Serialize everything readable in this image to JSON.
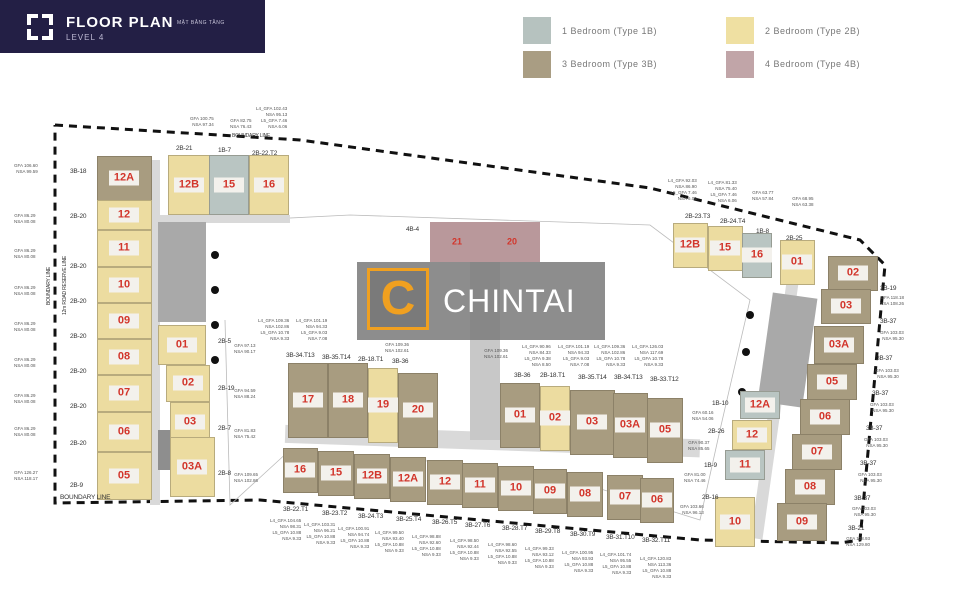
{
  "header": {
    "title": "FLOOR PLAN",
    "subtitle": "MẶT BẰNG TẦNG",
    "level": "LEVEL 4"
  },
  "legend": [
    {
      "label": "1 Bedroom (Type 1B)",
      "color": "#b6c2bf"
    },
    {
      "label": "2 Bedroom (Type 2B)",
      "color": "#efe0a2"
    },
    {
      "label": "3 Bedroom (Type 3B)",
      "color": "#a99d83"
    },
    {
      "label": "4 Bedroom (Type 4B)",
      "color": "#c1a5a8"
    }
  ],
  "colors": {
    "1B": "#b9c5c2",
    "2B": "#ecdca0",
    "3B": "#a89c80",
    "4B": "#b9989b",
    "core": "#a9a9a9",
    "corridor": "#d9d9d9"
  },
  "annotations": {
    "boundary": "BOUNDARY LINE",
    "road": "12m ROAD RESERVE LINE",
    "tower": "4B-4",
    "gfa": "GFA",
    "nsa": "NSA"
  },
  "watermark": {
    "mark": "C",
    "text": "CHINTAI"
  },
  "units": [
    {
      "id": "12A",
      "type": "3B"
    },
    {
      "id": "12",
      "type": "2B"
    },
    {
      "id": "11",
      "type": "2B"
    },
    {
      "id": "10",
      "type": "2B"
    },
    {
      "id": "09",
      "type": "2B"
    },
    {
      "id": "08",
      "type": "2B"
    },
    {
      "id": "07",
      "type": "2B"
    },
    {
      "id": "06",
      "type": "2B"
    },
    {
      "id": "05",
      "type": "2B"
    },
    {
      "id": "12B",
      "type": "2B"
    },
    {
      "id": "15",
      "type": "1B"
    },
    {
      "id": "16",
      "type": "2B"
    },
    {
      "id": "01",
      "type": "2B"
    },
    {
      "id": "02",
      "type": "2B"
    },
    {
      "id": "03",
      "type": "2B"
    },
    {
      "id": "03A",
      "type": "2B"
    },
    {
      "id": "17",
      "type": "3B"
    },
    {
      "id": "18",
      "type": "3B"
    },
    {
      "id": "19",
      "type": "2B"
    },
    {
      "id": "20",
      "type": "3B"
    },
    {
      "id": "01",
      "type": "3B"
    },
    {
      "id": "02",
      "type": "2B"
    },
    {
      "id": "03",
      "type": "3B"
    },
    {
      "id": "03A",
      "type": "3B"
    },
    {
      "id": "05",
      "type": "3B"
    },
    {
      "id": "16",
      "type": "3B"
    },
    {
      "id": "15",
      "type": "3B"
    },
    {
      "id": "12B",
      "type": "3B"
    },
    {
      "id": "12A",
      "type": "3B"
    },
    {
      "id": "12",
      "type": "3B"
    },
    {
      "id": "11",
      "type": "3B"
    },
    {
      "id": "10",
      "type": "3B"
    },
    {
      "id": "09",
      "type": "3B"
    },
    {
      "id": "08",
      "type": "3B"
    },
    {
      "id": "07",
      "type": "3B"
    },
    {
      "id": "06",
      "type": "3B"
    },
    {
      "id": "12B",
      "type": "2B"
    },
    {
      "id": "15",
      "type": "2B"
    },
    {
      "id": "16",
      "type": "1B"
    },
    {
      "id": "01",
      "type": "2B"
    },
    {
      "id": "02",
      "type": "3B"
    },
    {
      "id": "03",
      "type": "3B"
    },
    {
      "id": "03A",
      "type": "3B"
    },
    {
      "id": "05",
      "type": "3B"
    },
    {
      "id": "06",
      "type": "3B"
    },
    {
      "id": "07",
      "type": "3B"
    },
    {
      "id": "08",
      "type": "3B"
    },
    {
      "id": "09",
      "type": "3B"
    },
    {
      "id": "12A",
      "type": "1B"
    },
    {
      "id": "12",
      "type": "2B"
    },
    {
      "id": "11",
      "type": "1B"
    },
    {
      "id": "10",
      "type": "2B"
    },
    {
      "id": "21",
      "type": "4B"
    },
    {
      "id": "20",
      "type": "4B"
    }
  ],
  "type_labels": [
    "3B-18",
    "2B-20",
    "2B-20",
    "2B-20",
    "2B-20",
    "2B-20",
    "2B-20",
    "2B-20",
    "2B-9",
    "2B-21",
    "1B-7",
    "2B-22.T2",
    "2B-5",
    "2B-19",
    "2B-7",
    "2B-8",
    "3B-34.T13",
    "3B-35.T14",
    "2B-18.T1",
    "3B-36",
    "3B-36",
    "2B-18.T1",
    "3B-35.T14",
    "3B-34.T13",
    "3B-33.T12",
    "3B-22.T1",
    "3B-23.T2",
    "3B-24.T3",
    "3B-25.T4",
    "3B-26.T5",
    "3B-27.T6",
    "3B-28.T7",
    "3B-29.T8",
    "3B-30.T9",
    "3B-31.T10",
    "3B-32.T11",
    "2B-23.T3",
    "2B-24.T4",
    "1B-8",
    "2B-25",
    "3B-19",
    "3B-37",
    "3B-37",
    "3B-37",
    "3B-37",
    "3B-37",
    "3B-37",
    "3B-21",
    "1B-10",
    "2B-26",
    "1B-9",
    "2B-16",
    "4B-4"
  ],
  "area_labels": [
    "GFA 106.60\nNSA 99.59",
    "GFA 86.29\nNSA 80.08",
    "GFA 86.29\nNSA 80.08",
    "GFA 86.29\nNSA 80.08",
    "GFA 86.29\nNSA 80.08",
    "GFA 86.29\nNSA 80.08",
    "GFA 86.29\nNSA 80.08",
    "GFA 86.29\nNSA 80.08",
    "GFA 126.27\nNSA 118.17",
    "GFA 100.75\nNSA 97.34",
    "GFA 82.75\nNSA 76.43",
    "L4_GFA 102.43\nNSA 95.13\nL5_GFA 7.46\nNSA 6.06",
    "GFA 97.13\nNSA 90.17",
    "GFA 94.59\nNSA 88.24",
    "GFA 81.83\nNSA 75.42",
    "GFA 109.65\nNSA 102.86",
    "L4_GFA 109.36\nNSA 102.86\nL5_GFA 10.78\nNSA 9.33",
    "L4_GFA 101.19\nNSA 94.33\nL5_GFA 9.03\nNSA 7.08",
    "GFA 109.36\nNSA 102.61",
    "GFA 109.36\nNSA 102.61",
    "L4_GFA 90.96\nNSA 84.33\nL5_GFA 9.38\nNSA 8.50",
    "L4_GFA 101.19\nNSA 94.33\nL5_GFA 9.03\nNSA 7.08",
    "L4_GFA 109.36\nNSA 102.86\nL5_GFA 10.78\nNSA 9.33",
    "L4_GFA 126.03\nNSA 117.69\nL5_GFA 10.78\nNSA 9.33",
    "L4_GFA 104.65\nNSA 98.31\nL5_GFA 10.88\nNSA 9.33",
    "L4_GFA 103.31\nNSA 96.21\nL5_GFA 10.88\nNSA 9.33",
    "L4_GFA 100.91\nNSA 94.74\nL5_GFA 10.88\nNSA 9.33",
    "L4_GFA 99.50\nNSA 93.40\nL5_GFA 10.88\nNSA 9.33",
    "L4_GFA 98.88\nNSA 92.60\nL5_GFA 10.88\nNSA 9.33",
    "L4_GFA 98.50\nNSA 92.44\nL5_GFA 10.88\nNSA 9.33",
    "L4_GFA 98.60\nNSA 92.55\nL5_GFA 10.88\nNSA 9.33",
    "L4_GFA 99.33\nNSA 93.12\nL5_GFA 10.88\nNSA 9.33",
    "L4_GFA 100.95\nNSA 93.93\nL5_GFA 10.88\nNSA 9.33",
    "L4_GFA 101.74\nNSA 95.55\nL5_GFA 10.88\nNSA 9.33",
    "L4_GFA 120.83\nNSA 113.36\nL5_GFA 10.88\nNSA 9.33",
    "L4_GFA 92.03\nNSA 86.90\nL5_GFA 7.46\nNSA 6.06",
    "L4_GFA 81.33\nNSA 75.40\nL5_GFA 7.46\nNSA 6.06",
    "GFA 63.77\nNSA 57.84",
    "GFA 68.95\nNSA 63.38",
    "GFA 118.18\nNSA 108.26",
    "GFA 103.03\nNSA 95.30",
    "GFA 103.03\nNSA 95.30",
    "GFA 103.03\nNSA 95.30",
    "GFA 103.03\nNSA 95.30",
    "GFA 103.03\nNSA 95.30",
    "GFA 103.03\nNSA 95.30",
    "GFA 138.93\nNSA 129.80",
    "GFA 60.16\nNSA 54.06",
    "GFA 90.37\nNSA 85.65",
    "GFA 81.00\nNSA 74.46",
    "GFA 103.66\nNSA 96.13"
  ]
}
